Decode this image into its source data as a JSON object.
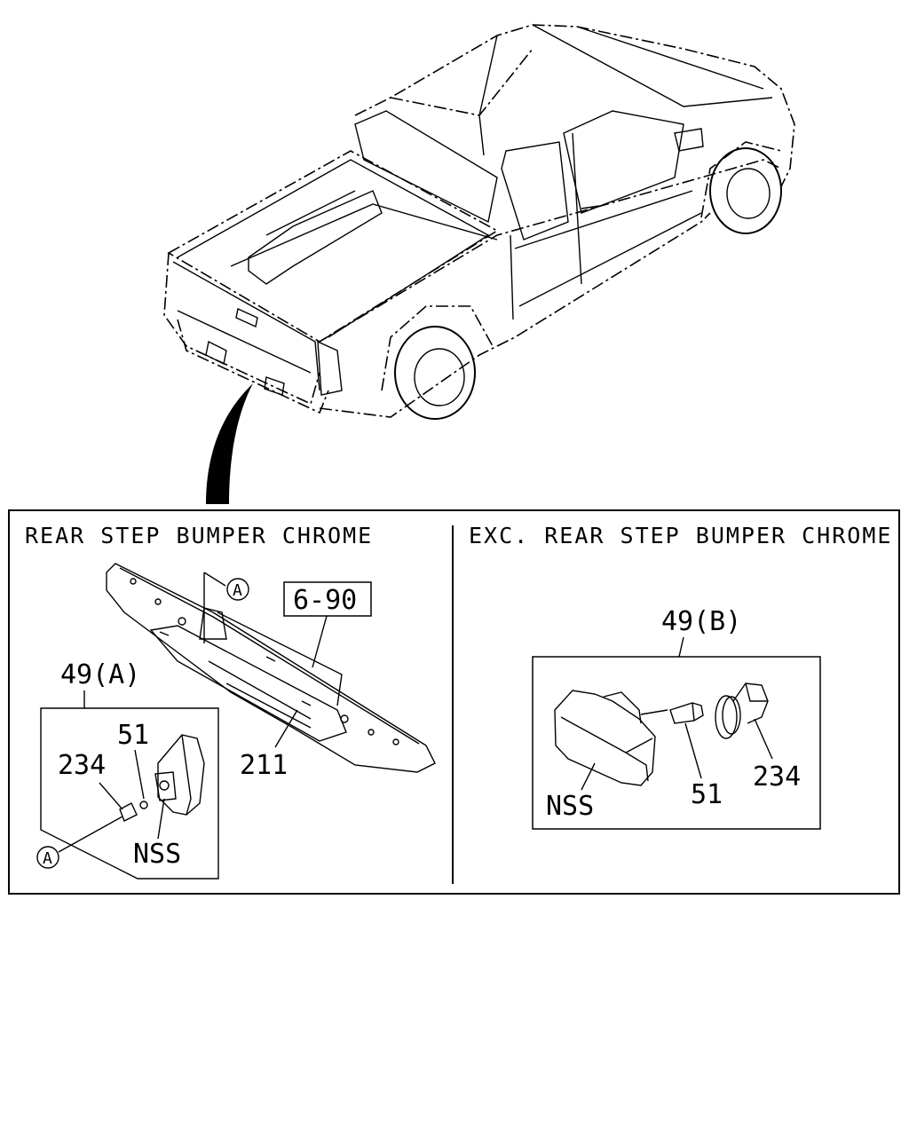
{
  "panels": {
    "left": {
      "title": "REAR STEP BUMPER CHROME",
      "group_label": "49(A)",
      "ref_box": "6-90",
      "labels": {
        "bumper": "211",
        "bulb": "51",
        "socket": "234",
        "lamp": "NSS",
        "callout": "A"
      }
    },
    "right": {
      "title": "EXC. REAR STEP BUMPER CHROME",
      "group_label": "49(B)",
      "labels": {
        "bulb": "51",
        "socket": "234",
        "lamp": "NSS"
      }
    }
  }
}
